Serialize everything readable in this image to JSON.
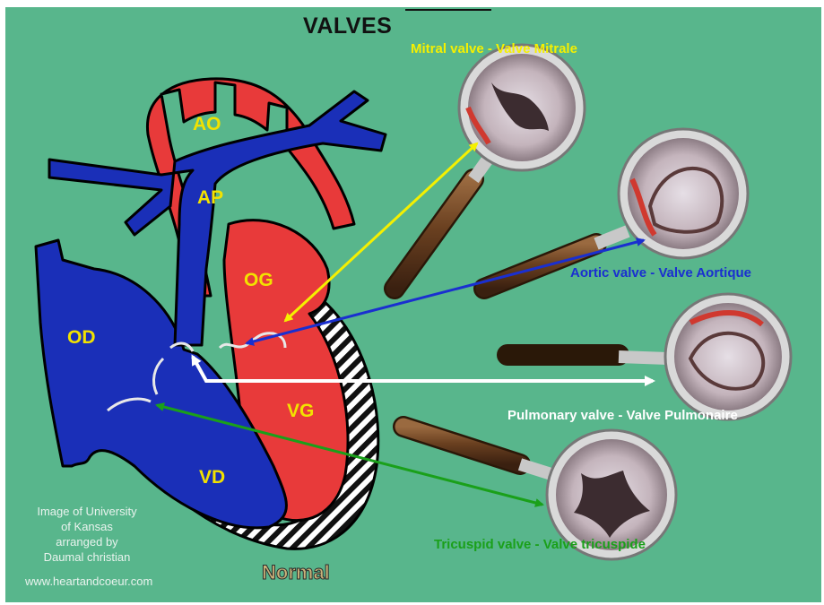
{
  "title": "VALVES",
  "chambers": {
    "ao": "AO",
    "ap": "AP",
    "og": "OG",
    "od": "OD",
    "vg": "VG",
    "vd": "VD"
  },
  "valves": {
    "mitral": "Mitral valve - Valve Mitrale",
    "aortic": "Aortic valve - Valve Aortique",
    "pulmonary": "Pulmonary valve - Valve Pulmonaire",
    "tricuspid": "Tricuspid valve - Valve tricuspide"
  },
  "credit": {
    "line1": "Image of University",
    "line2": "of Kansas",
    "line3": "arranged by",
    "line4": "Daumal christian",
    "website": "www.heartandcoeur.com"
  },
  "caption": "Normal",
  "colors": {
    "background": "#58b68c",
    "artery": "#e83a3a",
    "vein": "#1a2fb8",
    "mitral_arrow": "#f5f000",
    "aortic_arrow": "#1a2fd0",
    "pulmonary_arrow": "#ffffff",
    "tricuspid_arrow": "#1aa01a"
  }
}
